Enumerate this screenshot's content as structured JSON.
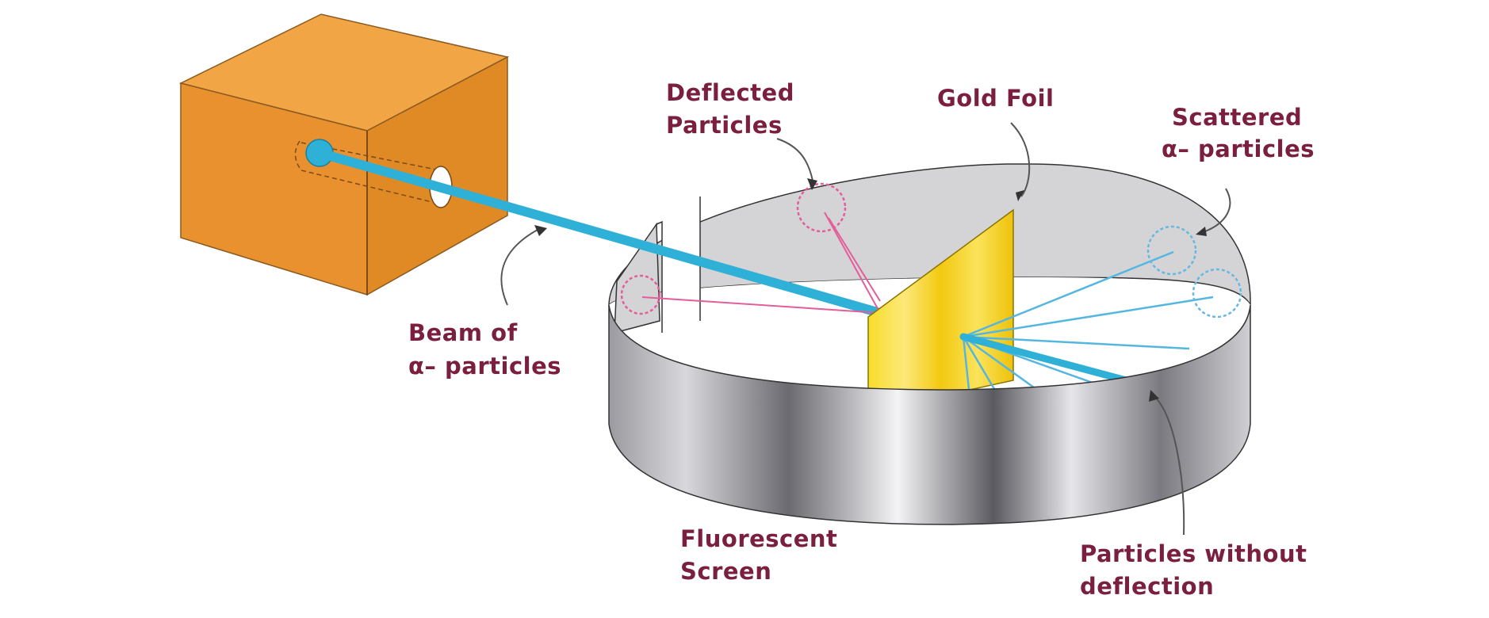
{
  "colors": {
    "label_text": "#7a1f3d",
    "box": "#e8912e",
    "beam": "#2fb0d6",
    "foil": "#f5d21a",
    "screen_inner": "#d4d4d6",
    "deflected": "#e35d9a",
    "scattered": "#66b8e0",
    "leader": "#555555"
  },
  "labels": {
    "deflected": [
      "Deflected",
      "Particles"
    ],
    "gold_foil": [
      "Gold Foil"
    ],
    "scattered": [
      "Scattered",
      "α– particles"
    ],
    "beam": [
      "Beam of",
      "α– particles"
    ],
    "fluorescent": [
      "Fluorescent",
      "Screen"
    ],
    "undeflected": [
      "Particles without",
      "deflection"
    ]
  }
}
